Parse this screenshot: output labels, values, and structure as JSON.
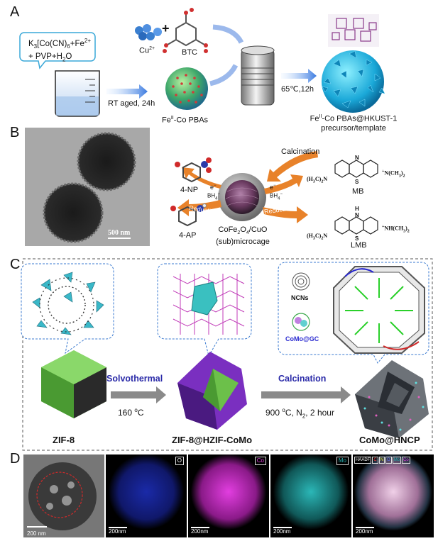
{
  "panel_labels": {
    "a": "A",
    "b": "B",
    "c": "C",
    "d": "D"
  },
  "a": {
    "reagent_line1": "K",
    "reagent_sub3": "3",
    "reagent_mid": "[Co(CN)",
    "reagent_sub6": "6",
    "reagent_end": "+Fe",
    "reagent_sup": "2+",
    "reagent_line2": "+ PVP+H",
    "reagent_line2_sub": "2",
    "reagent_line2_end": "O",
    "cu": "Cu",
    "cu_sup": "2+",
    "plus": "+",
    "btc": "BTC",
    "rt_aged": "RT aged, 24h",
    "pba_prefix": "Fe",
    "pba_sup": "II",
    "pba_suffix": "-Co PBAs",
    "condition": "65℃,12h",
    "product_prefix": "Fe",
    "product_sup": "II",
    "product_suffix": "-Co PBAs@HKUST-1",
    "product_line2": "precursor/template"
  },
  "b": {
    "scale": "500 nm",
    "calcination": "Calcination",
    "np": "4-NP",
    "ap": "4-AP",
    "e1": "e",
    "e2": "e",
    "bh4_1": "BH",
    "bh4_1_sub": "4",
    "bh4_1_sup": "−",
    "bh4_2": "BH",
    "bh4_2_sub": "4",
    "bh4_2_sup": "−",
    "reduction1": "Reduction",
    "reduction2": "Reduction",
    "cage_line1": "CoFe",
    "cage_line1_sub2": "2",
    "cage_line1_mid": "O",
    "cage_line1_sub4": "4",
    "cage_line1_end": "/CuO",
    "cage_line2": "(sub)microcage",
    "mb": "MB",
    "lmb": "LMB",
    "mb_left": "(H",
    "mb_left_sub3": "3",
    "mb_left_mid": "C)",
    "mb_left_sub2": "2",
    "mb_left_end": "N",
    "mb_right": "N(CH",
    "mb_right_sub3": "3",
    "mb_right_mid": ")",
    "mb_right_sub2": "2",
    "mb_plus": "+",
    "lmb_right": "NH(CH",
    "lmb_right_sub3": "3",
    "lmb_right_mid": ")",
    "lmb_right_sub2": "2",
    "lmb_plus": "+",
    "atom_n1": "N",
    "atom_s1": "S",
    "atom_n2": "N",
    "atom_h": "H",
    "atom_s2": "S"
  },
  "c": {
    "solvothermal": "Solvothermal",
    "temp1": "160 ",
    "temp1_sup": "o",
    "temp1_end": "C",
    "calcination": "Calcination",
    "cond2": "900 ",
    "cond2_sup": "o",
    "cond2_mid": "C, N",
    "cond2_sub": "2",
    "cond2_end": ", 2 hour",
    "zif8": "ZIF-8",
    "zif_hzif": "ZIF-8@HZIF-CoMo",
    "como": "CoMo@HNCP",
    "ncns": "NCNs",
    "como_gc": "CoMo@GC"
  },
  "d": {
    "scale1": "200 nm",
    "scale2": "200nm",
    "scale3": "200nm",
    "scale4": "200nm",
    "scale5": "200nm",
    "tag_o": "O",
    "tag_co": "Co",
    "tag_mo": "Mo",
    "tag_haadf": "HAADF",
    "tag_c": "C",
    "tag_n": "N",
    "tag_o2": "O",
    "tag_mo2": "Mo",
    "tag_co2": "Co"
  },
  "colors": {
    "zif8": "#6cc04a",
    "hzif": "#7a2fc0",
    "hncp": "#6d7278",
    "arrow_grey": "#8a8a8a",
    "label_blue": "#2a2aa8",
    "orange": "#e8822a",
    "o_map": "#2b3cff",
    "co_map": "#e23ee0",
    "mo_map": "#2bb7b7"
  }
}
